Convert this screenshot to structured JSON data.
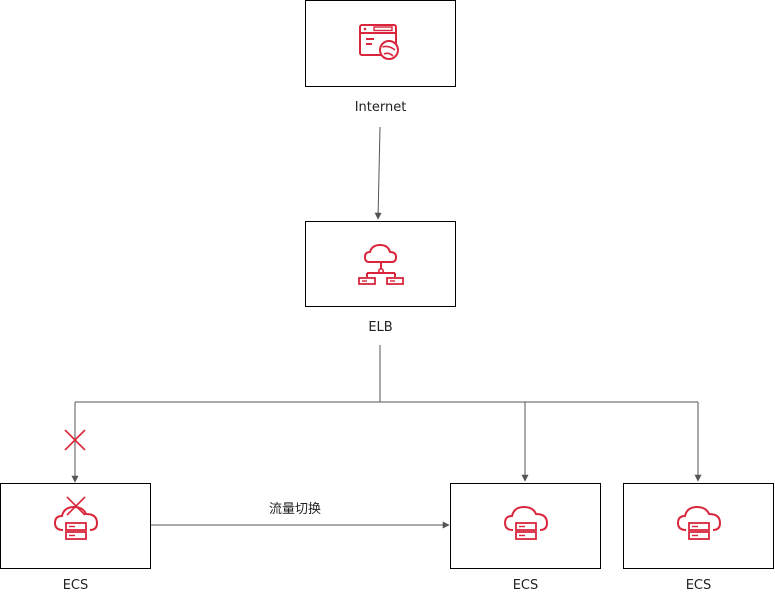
{
  "nodes": {
    "internet": {
      "label": "Internet",
      "icon": "web-browser-icon"
    },
    "elb": {
      "label": "ELB",
      "icon": "cloud-network-icon"
    },
    "ecs_1": {
      "label": "ECS",
      "icon": "cloud-server-icon",
      "status": "failed"
    },
    "ecs_2": {
      "label": "ECS",
      "icon": "cloud-server-icon"
    },
    "ecs_3": {
      "label": "ECS",
      "icon": "cloud-server-icon"
    }
  },
  "edges": {
    "switch_label": "流量切换"
  },
  "colors": {
    "accent": "#d9263c",
    "line": "#555555",
    "border": "#000000"
  }
}
